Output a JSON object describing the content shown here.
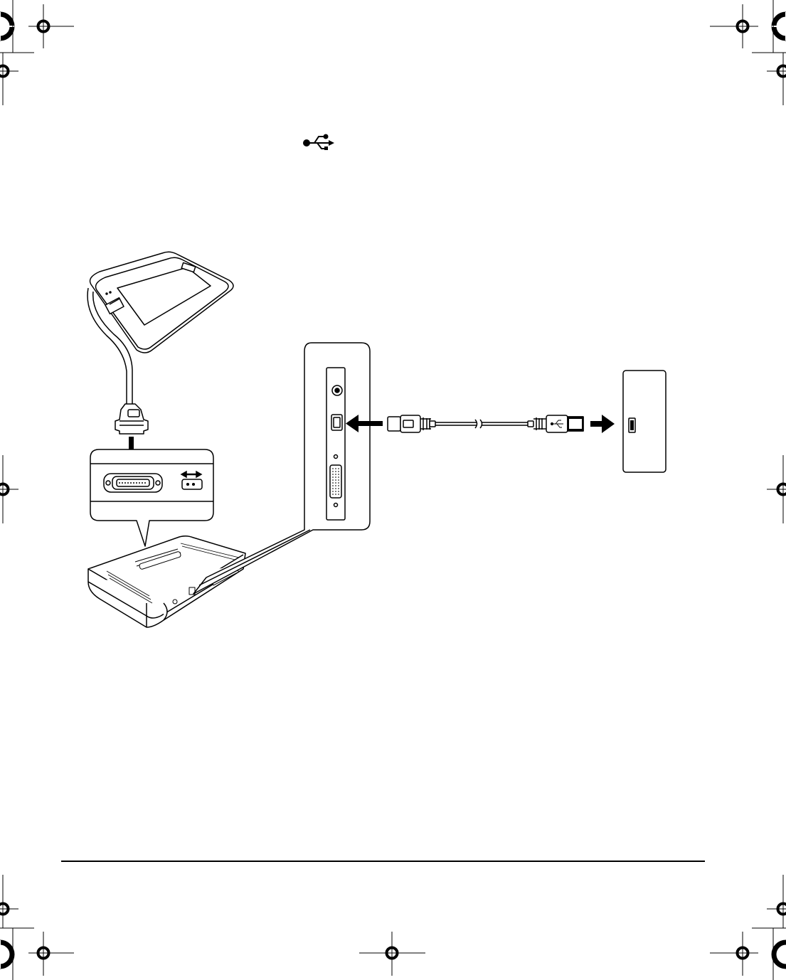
{
  "page": {
    "background": "#ffffff",
    "ink": "#000000"
  },
  "figure": {
    "header_symbol": "usb-trident-icon",
    "items": [
      {
        "name": "pen-display-tablet",
        "icon": "tablet-icon"
      },
      {
        "name": "tablet-cable-connector",
        "icon": "plug-icon"
      },
      {
        "name": "converter-connector-callout",
        "icon": "dvi-port-icon"
      },
      {
        "name": "converter-box",
        "icon": "converter-box-icon"
      },
      {
        "name": "converter-back-panel-callout",
        "icon": "port-panel-icon"
      },
      {
        "name": "usb-cable",
        "icon": "usb-cable-icon"
      },
      {
        "name": "computer-usb-port",
        "icon": "usb-port-icon"
      }
    ],
    "arrows": [
      {
        "name": "arrow-cable-to-connector",
        "direction": "down"
      },
      {
        "name": "arrow-usb-b-to-panel",
        "direction": "left"
      },
      {
        "name": "arrow-usb-a-to-computer",
        "direction": "right"
      }
    ]
  }
}
